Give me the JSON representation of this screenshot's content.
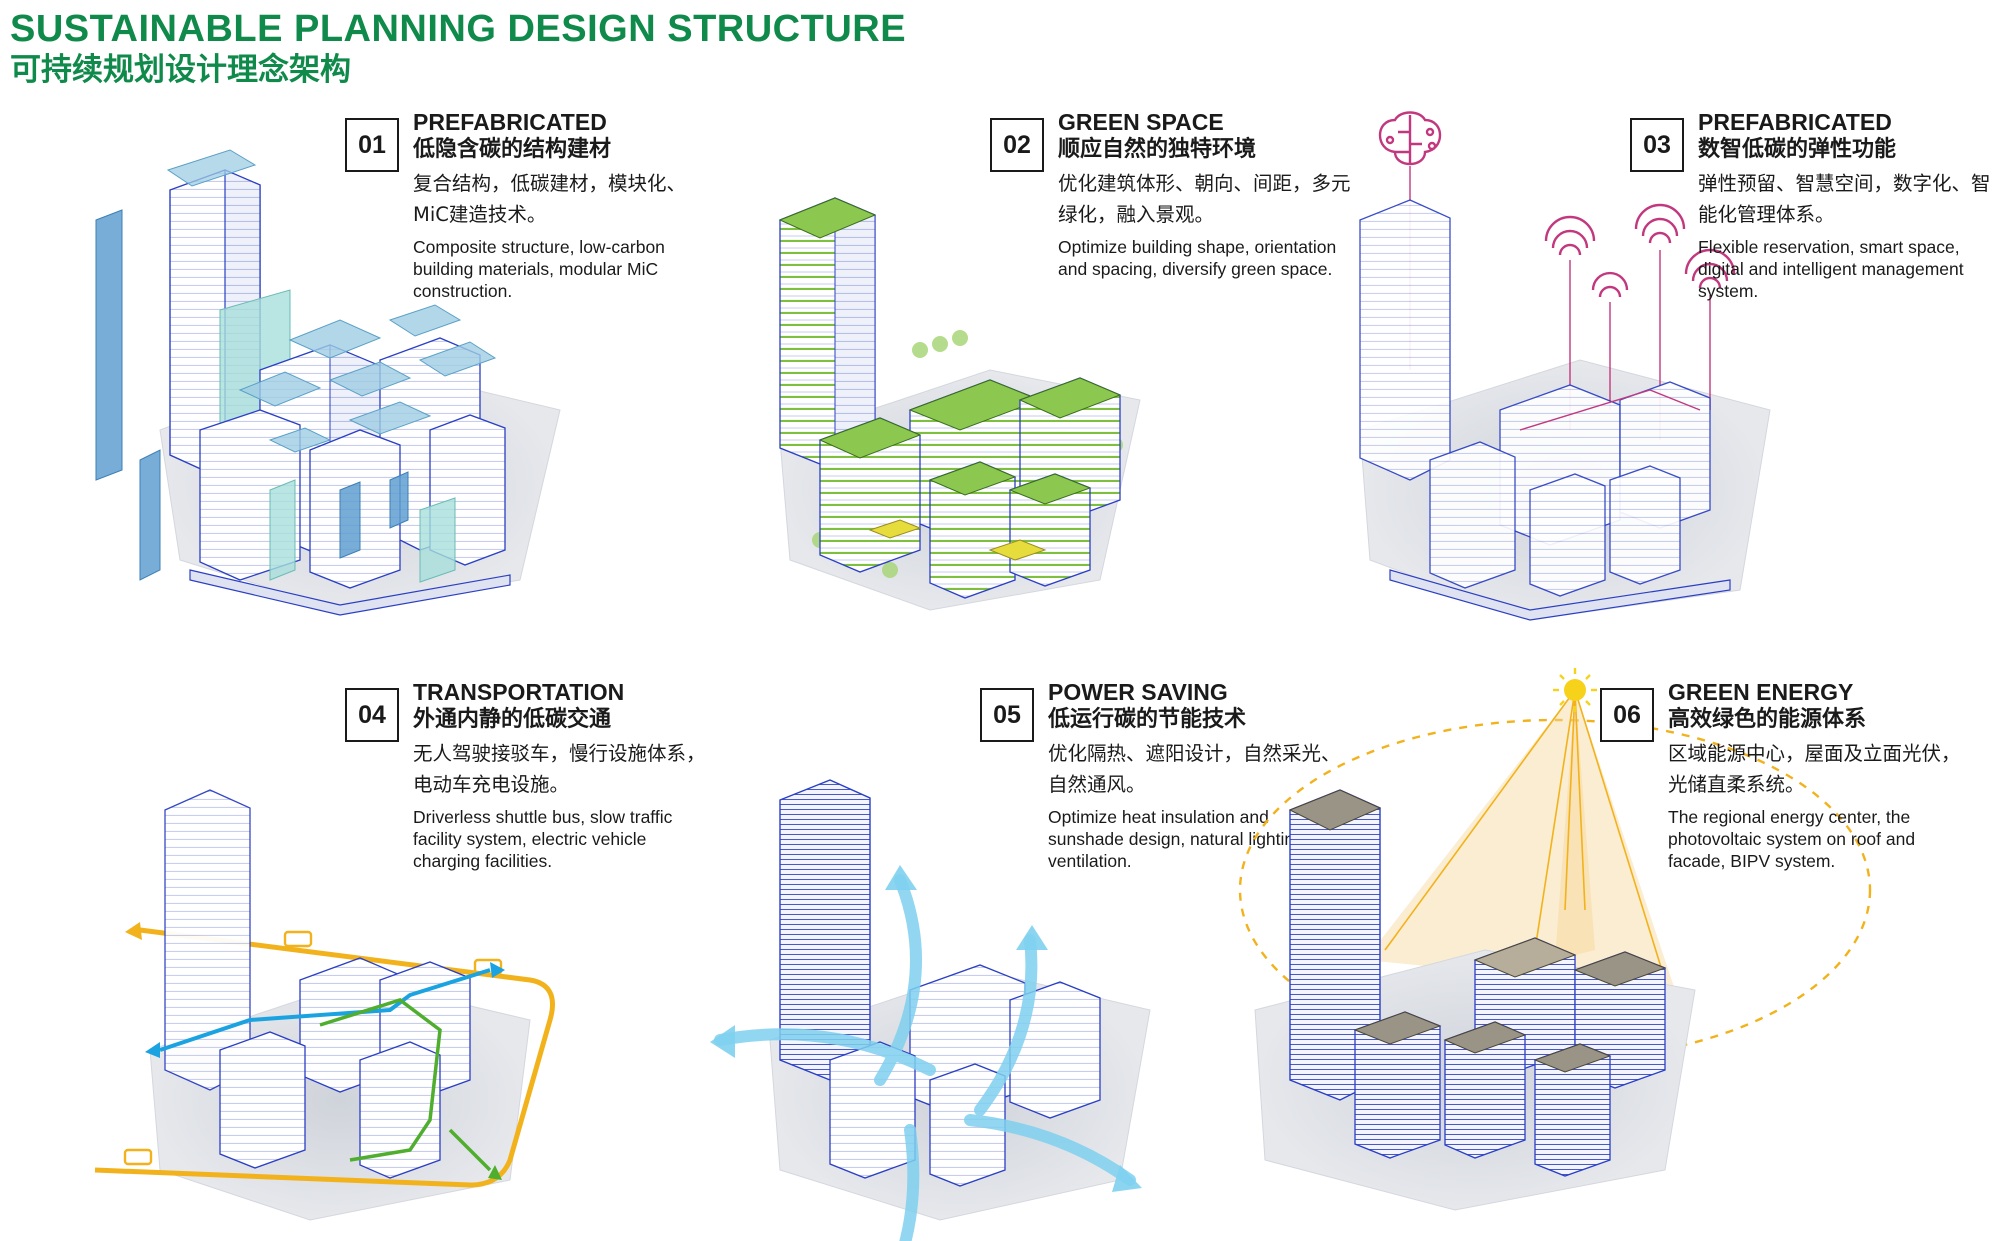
{
  "page": {
    "title_en": "SUSTAINABLE PLANNING DESIGN STRUCTURE",
    "title_zh": "可持续规划设计理念架构"
  },
  "colors": {
    "brand_green": "#0f8a4a",
    "building_outline": "#2b3fc4",
    "glass_blue": "#8fc3dd",
    "roof_green": "#8cc850",
    "smart_pink": "#c2387f",
    "shuttle_yellow": "#f2b21c",
    "cyan_route": "#1aa3e0",
    "wind_blue": "#7fd0ef",
    "sun_yellow": "#f7d21a",
    "solar_grey": "#9a9487"
  },
  "panels": [
    {
      "num": "01",
      "title_en": "PREFABRICATED",
      "title_zh": "低隐含碳的结构建材",
      "desc_zh": "复合结构，低碳建材，模块化、MiC建造技术。",
      "desc_en": "Composite structure, low-carbon building materials, modular MiC construction.",
      "icon": "building-prefab-icon"
    },
    {
      "num": "02",
      "title_en": "GREEN SPACE",
      "title_zh": "顺应自然的独特环境",
      "desc_zh": "优化建筑体形、朝向、间距，多元绿化，融入景观。",
      "desc_en": "Optimize building shape, orientation and spacing, diversify green space.",
      "icon": "green-roof-icon"
    },
    {
      "num": "03",
      "title_en": "PREFABRICATED",
      "title_zh": "数智低碳的弹性功能",
      "desc_zh": "弹性预留、智慧空间，数字化、智能化管理体系。",
      "desc_en": "Flexible reservation, smart space, digital and intelligent management system.",
      "icon": "brain-wifi-icon"
    },
    {
      "num": "04",
      "title_en": "TRANSPORTATION",
      "title_zh": "外通内静的低碳交通",
      "desc_zh": "无人驾驶接驳车，慢行设施体系，电动车充电设施。",
      "desc_en": "Driverless shuttle bus, slow traffic facility system, electric vehicle charging facilities.",
      "icon": "bus-route-icon"
    },
    {
      "num": "05",
      "title_en": "POWER SAVING",
      "title_zh": "低运行碳的节能技术",
      "desc_zh": "优化隔热、遮阳设计，自然采光、自然通风。",
      "desc_en": "Optimize heat insulation and sunshade design, natural lighting and ventilation.",
      "icon": "wind-arrow-icon"
    },
    {
      "num": "06",
      "title_en": "GREEN ENERGY",
      "title_zh": "高效绿色的能源体系",
      "desc_zh": "区域能源中心，屋面及立面光伏，光储直柔系统。",
      "desc_en": "The regional energy center, the photovoltaic system on roof and facade, BIPV system.",
      "icon": "sun-icon"
    }
  ]
}
